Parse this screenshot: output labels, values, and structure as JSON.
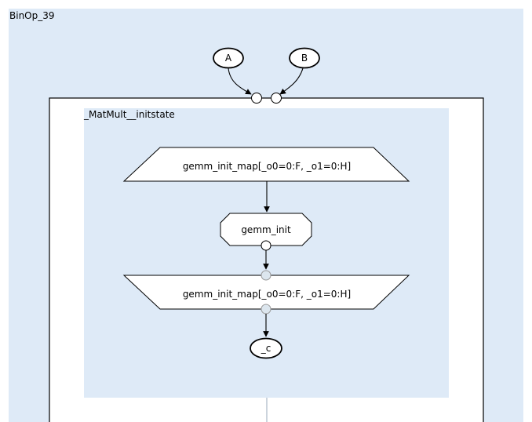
{
  "outer_state": {
    "label": "BinOp_39"
  },
  "inputs": [
    {
      "id": "A",
      "label": "A"
    },
    {
      "id": "B",
      "label": "B"
    }
  ],
  "inner_state": {
    "label": "_MatMult__initstate"
  },
  "map_entry": {
    "label": "gemm_init_map[_o0=0:F, _o1=0:H]"
  },
  "tasklet": {
    "label": "gemm_init"
  },
  "map_exit": {
    "label": "gemm_init_map[_o0=0:F, _o1=0:H]"
  },
  "output": {
    "id": "_c",
    "label": "_c"
  },
  "colors": {
    "state_fill": "#deeaf7",
    "node_stroke": "#000000",
    "connector_fill": "#dce6ee",
    "grey_stroke": "#999999"
  }
}
